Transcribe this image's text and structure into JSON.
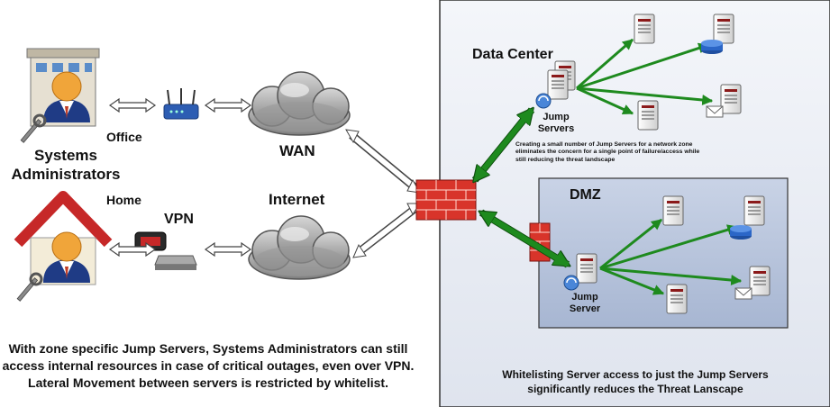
{
  "left": {
    "office_label": "Office",
    "home_label": "Home",
    "admin_label_line1": "Systems",
    "admin_label_line2": "Administrators",
    "vpn_label": "VPN",
    "wan_label": "WAN",
    "internet_label": "Internet",
    "caption_lines": [
      "With zone specific Jump Servers, Systems Administrators can still",
      "access  internal resources in case of critical outages, even over VPN.",
      "Lateral Movement between servers is restricted by whitelist."
    ]
  },
  "right": {
    "datacenter_title": "Data Center",
    "jump_servers_line1": "Jump",
    "jump_servers_line2": "Servers",
    "note_lines": [
      "Creating a small number of Jump Servers for a network zone",
      "eliminates the concern for a single point of failure/access while",
      "still reducing the threat landscape"
    ],
    "dmz_title": "DMZ",
    "jump_server_line1": "Jump",
    "jump_server_line2": "Server",
    "footer_lines": [
      "Whitelisting Server access to just the Jump Servers",
      "significantly reduces the Threat Lanscape"
    ]
  },
  "colors": {
    "panel_bg": "#e9ecf3",
    "dmz_bg": "#b9c5dc",
    "green_arrow": "#1e8a1e",
    "firewall": "#d8342a"
  }
}
